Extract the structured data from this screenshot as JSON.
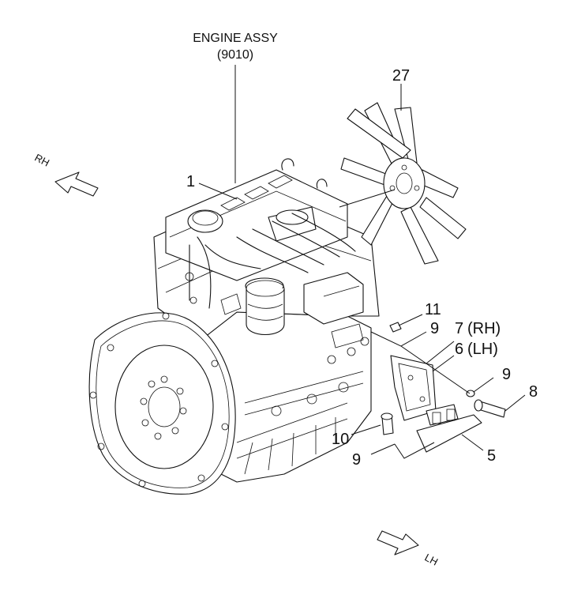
{
  "diagram": {
    "assembly": {
      "name": "ENGINE ASSY",
      "code": "(9010)"
    },
    "directions": {
      "rh": "RH",
      "lh": "LH"
    },
    "callouts": {
      "c1": "1",
      "c27": "27",
      "c11": "11",
      "c9a": "9",
      "c7": "7",
      "c7side": "(RH)",
      "c6": "6",
      "c6side": "(LH)",
      "c9b": "9",
      "c8": "8",
      "c10": "10",
      "c9c": "9",
      "c5": "5"
    },
    "colors": {
      "line": "#111111",
      "background": "#ffffff"
    }
  }
}
